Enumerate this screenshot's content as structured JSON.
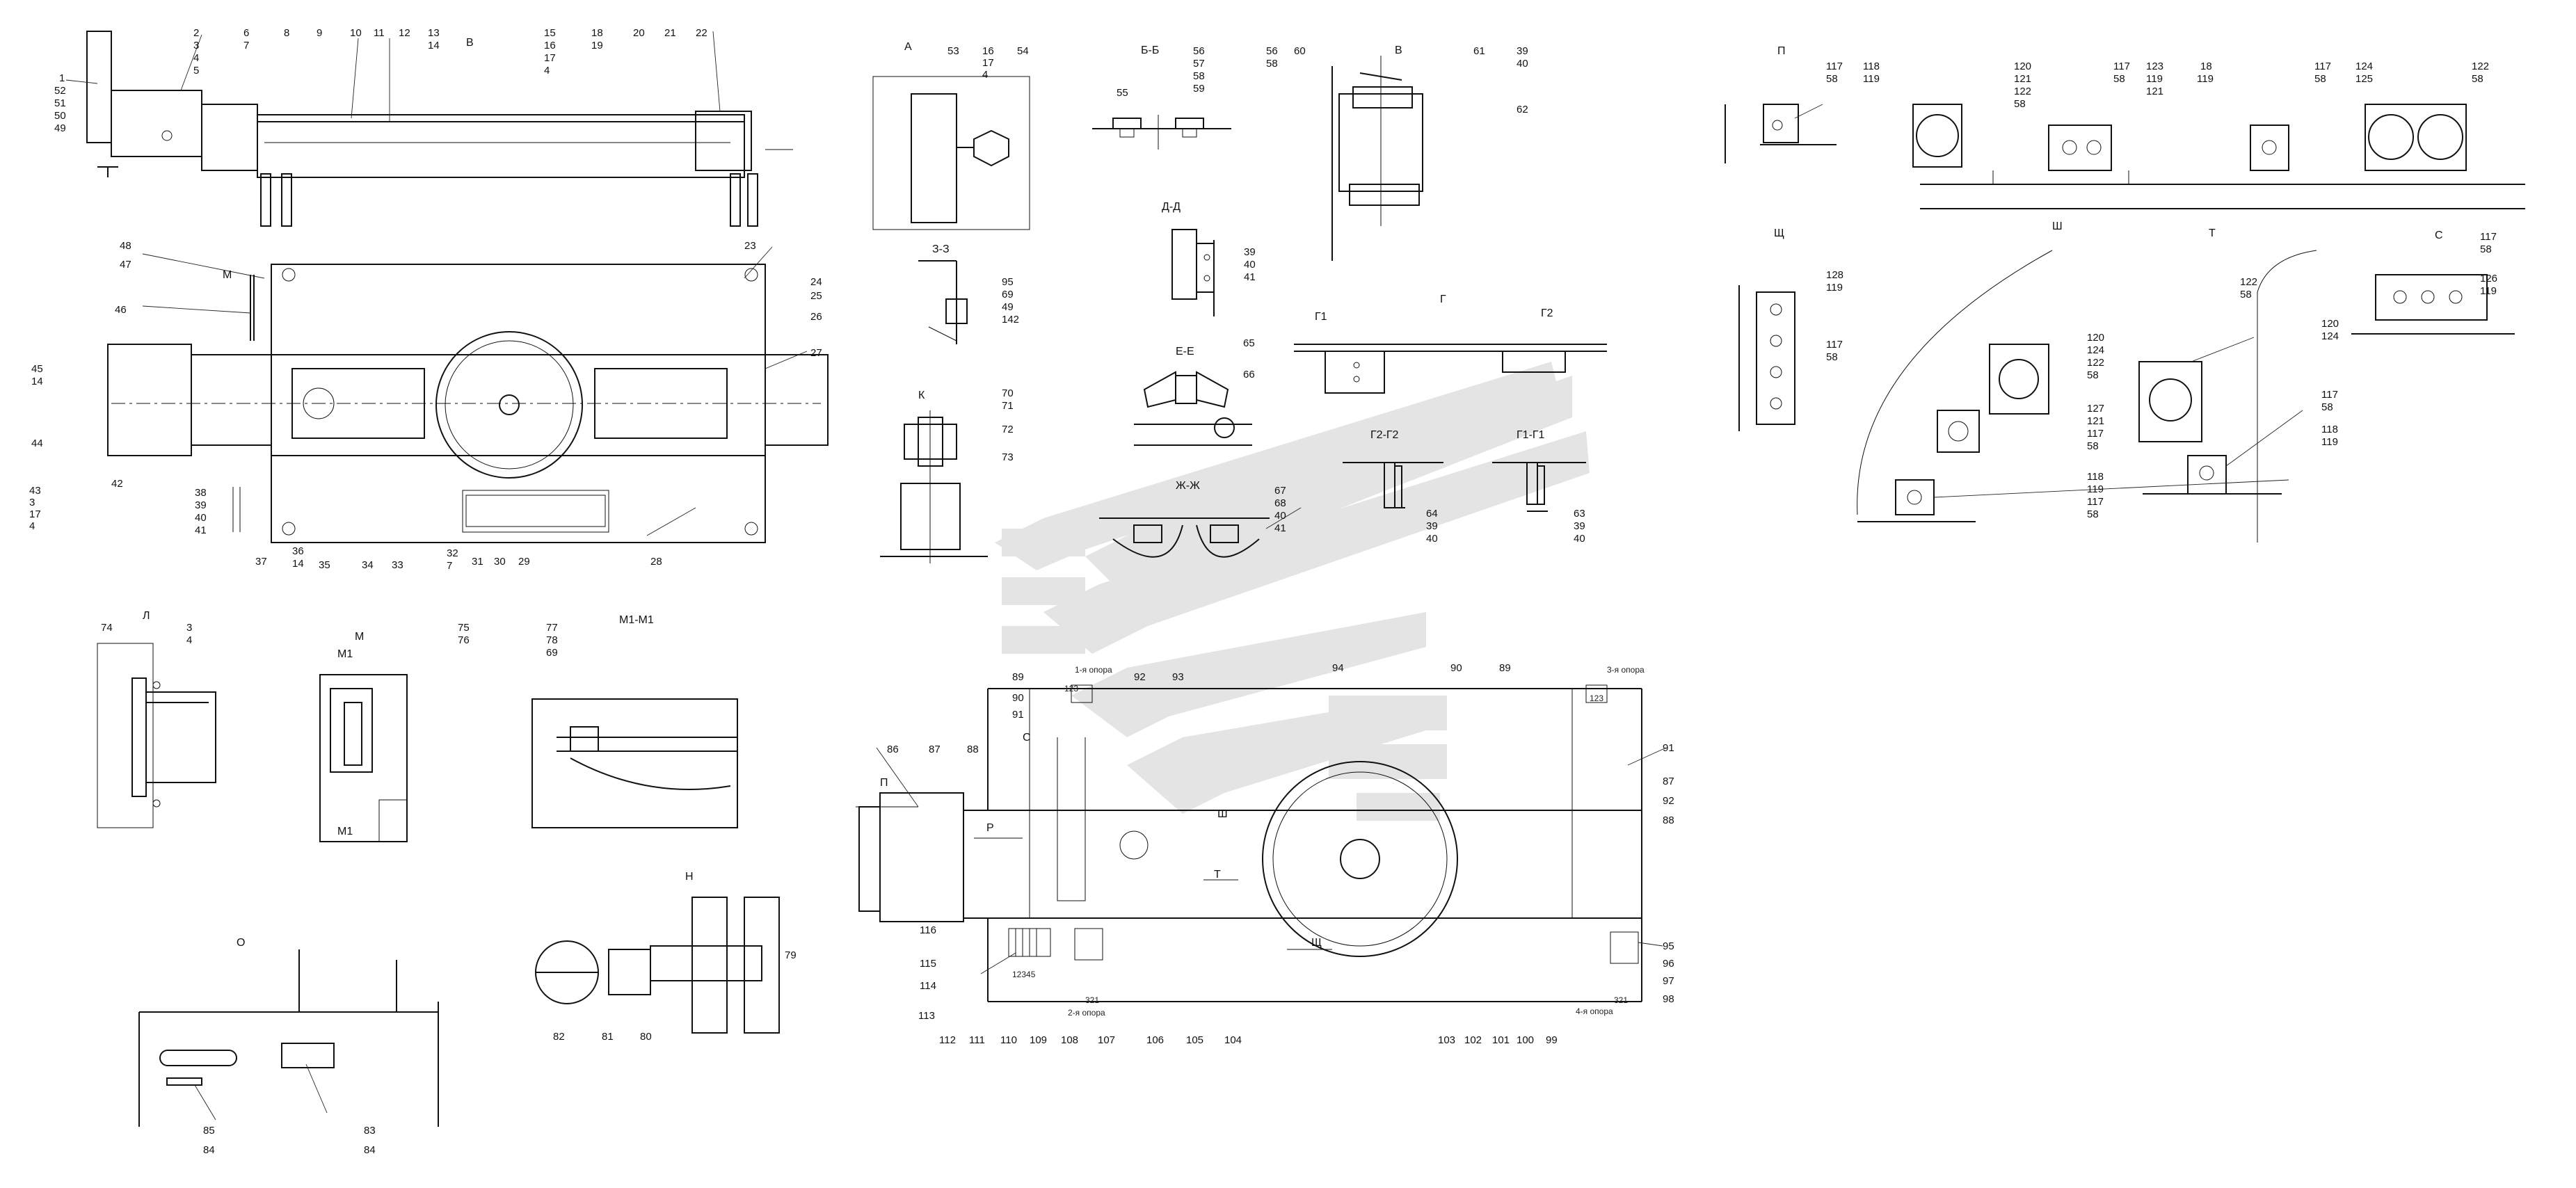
{
  "sections": {
    "a": "А",
    "bb": "Б-Б",
    "v": "В",
    "dd": "Д-Д",
    "zz": "З-З",
    "ee": "Е-Е",
    "k": "К",
    "g": "Г",
    "zhzh": "Ж-Ж",
    "g2g2": "Г2-Г2",
    "g1g1": "Г1-Г1",
    "l": "Л",
    "m": "М",
    "m1": "М1",
    "m1m1": "М1-М1",
    "n": "Н",
    "o": "О",
    "p": "П",
    "shch": "Щ",
    "sh": "Ш",
    "t": "Т",
    "s": "С",
    "r": "Р",
    "g1": "Г1",
    "g2": "Г2"
  },
  "supports": {
    "s1": "1-я опора",
    "s2": "2-я опора",
    "s3": "3-я опора",
    "s4": "4-я опора",
    "n321": "321",
    "n123": "123",
    "n12345": "12345"
  },
  "labels": {
    "l1": "1",
    "l2": "2",
    "l3": "3",
    "l4": "4",
    "l5": "5",
    "l6": "6",
    "l7": "7",
    "l8": "8",
    "l9": "9",
    "l10": "10",
    "l11": "11",
    "l12": "12",
    "l13": "13",
    "l14": "14",
    "l15": "15",
    "l16": "16",
    "l17": "17",
    "l18": "18",
    "l19": "19",
    "l20": "20",
    "l21": "21",
    "l22": "22",
    "l23": "23",
    "l24": "24",
    "l25": "25",
    "l26": "26",
    "l27": "27",
    "l28": "28",
    "l29": "29",
    "l30": "30",
    "l31": "31",
    "l32": "32",
    "l33": "33",
    "l34": "34",
    "l35": "35",
    "l36": "36",
    "l37": "37",
    "l38": "38",
    "l39": "39",
    "l40": "40",
    "l41": "41",
    "l42": "42",
    "l43": "43",
    "l44": "44",
    "l45": "45",
    "l46": "46",
    "l47": "47",
    "l48": "48",
    "l49": "49",
    "l50": "50",
    "l51": "51",
    "l52": "52",
    "l53": "53",
    "l54": "54",
    "l55": "55",
    "l56": "56",
    "l57": "57",
    "l58": "58",
    "l59": "59",
    "l60": "60",
    "l61": "61",
    "l62": "62",
    "l63": "63",
    "l64": "64",
    "l65": "65",
    "l66": "66",
    "l67": "67",
    "l68": "68",
    "l69": "69",
    "l70": "70",
    "l71": "71",
    "l72": "72",
    "l73": "73",
    "l74": "74",
    "l75": "75",
    "l76": "76",
    "l77": "77",
    "l78": "78",
    "l79": "79",
    "l80": "80",
    "l81": "81",
    "l82": "82",
    "l83": "83",
    "l84": "84",
    "l85": "85",
    "l86": "86",
    "l87": "87",
    "l88": "88",
    "l89": "89",
    "l90": "90",
    "l91": "91",
    "l92": "92",
    "l93": "93",
    "l94": "94",
    "l95": "95",
    "l96": "96",
    "l97": "97",
    "l98": "98",
    "l99": "99",
    "l100": "100",
    "l101": "101",
    "l102": "102",
    "l103": "103",
    "l104": "104",
    "l105": "105",
    "l106": "106",
    "l107": "107",
    "l108": "108",
    "l109": "109",
    "l110": "110",
    "l111": "111",
    "l112": "112",
    "l113": "113",
    "l114": "114",
    "l115": "115",
    "l116": "116",
    "l117": "117",
    "l118": "118",
    "l119": "119",
    "l120": "120",
    "l121": "121",
    "l122": "122",
    "l123": "123",
    "l124": "124",
    "l125": "125",
    "l126": "126",
    "l127": "127",
    "l128": "128",
    "l142": "142"
  },
  "colors": {
    "line": "#111111",
    "watermark": "#c8c8c8",
    "background": "#ffffff"
  }
}
